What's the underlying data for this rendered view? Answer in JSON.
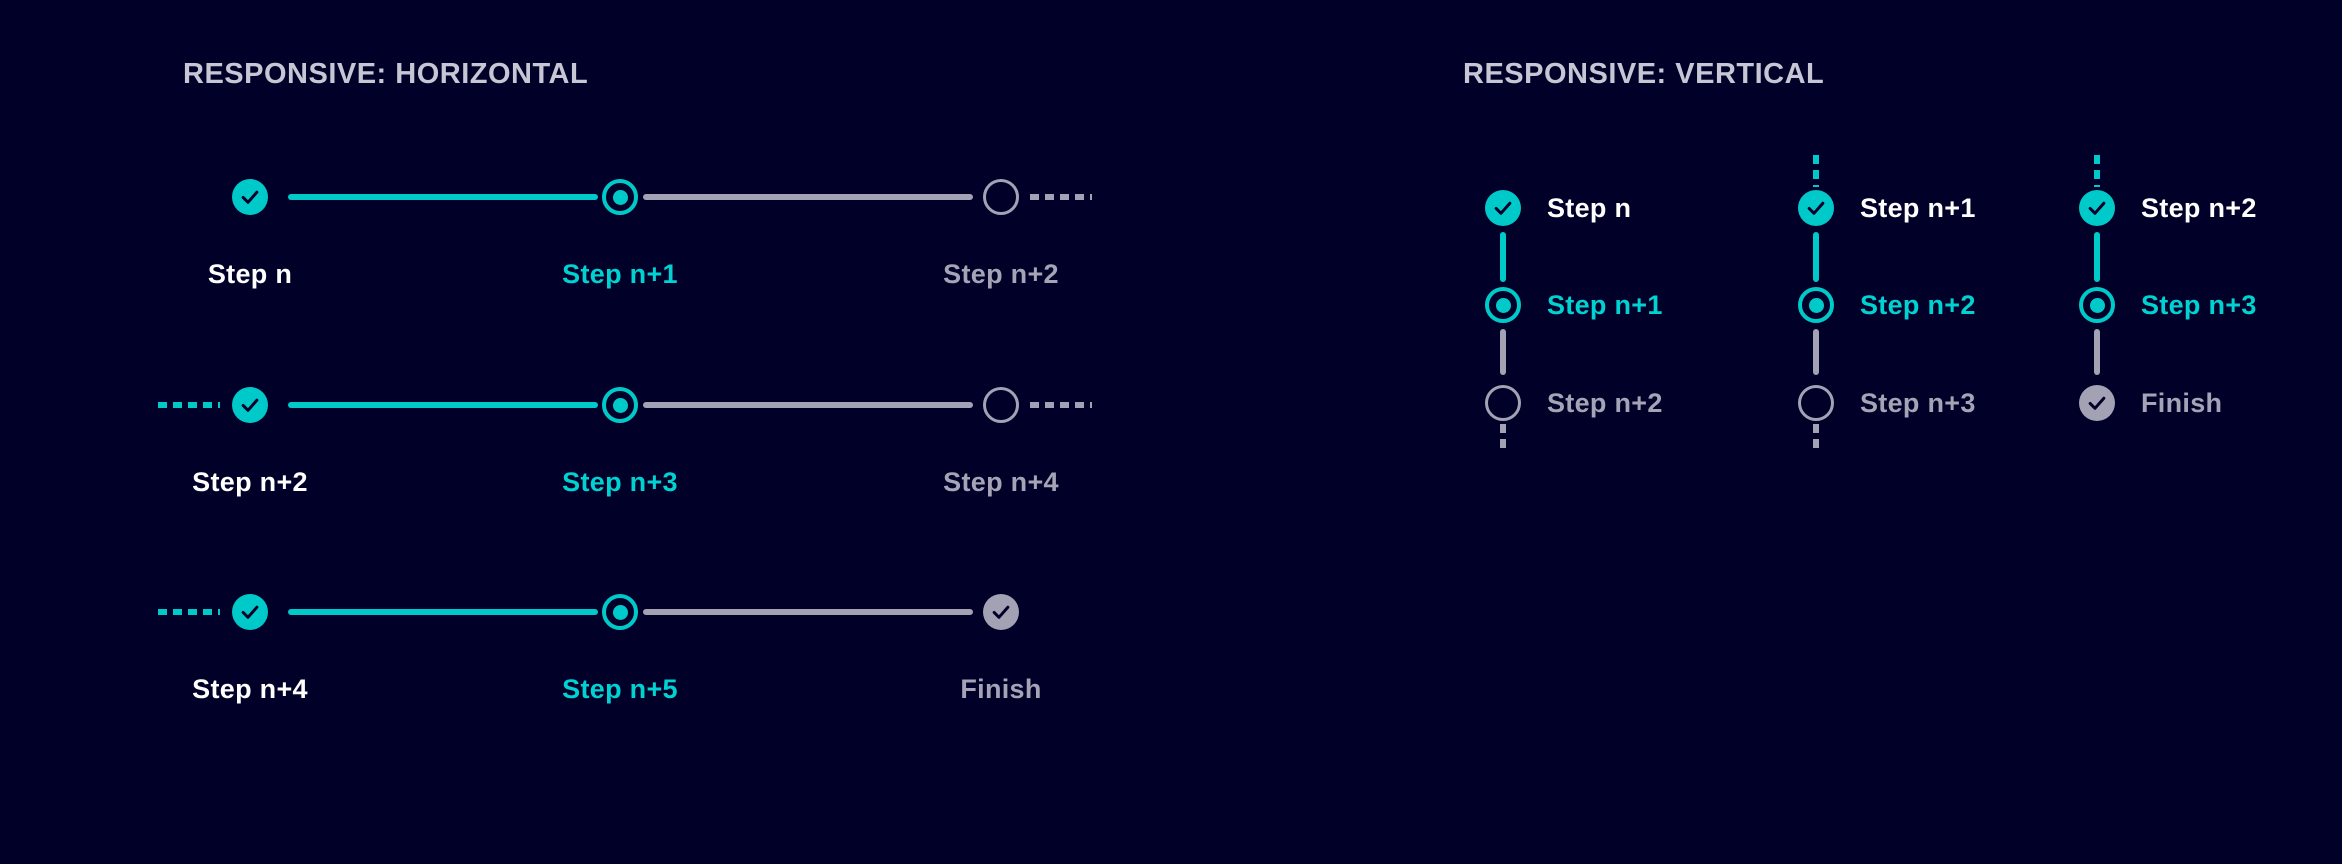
{
  "palette": {
    "background": "#000028",
    "accent_teal": "#00c9c9",
    "neutral_gray": "#a2a2b4",
    "done_label_color": "#ffffff",
    "title_color": "#c6c6d4"
  },
  "horizontal_section": {
    "title": "RESPONSIVE: HORIZONTAL",
    "rows": [
      {
        "lead_dashes": false,
        "trail_dashes": true,
        "steps": [
          {
            "state": "done",
            "label": "Step n"
          },
          {
            "state": "current",
            "label": "Step n+1"
          },
          {
            "state": "open",
            "label": "Step n+2"
          }
        ]
      },
      {
        "lead_dashes": true,
        "trail_dashes": true,
        "steps": [
          {
            "state": "done",
            "label": "Step n+2"
          },
          {
            "state": "current",
            "label": "Step n+3"
          },
          {
            "state": "open",
            "label": "Step n+4"
          }
        ]
      },
      {
        "lead_dashes": true,
        "trail_dashes": false,
        "steps": [
          {
            "state": "done",
            "label": "Step n+4"
          },
          {
            "state": "current",
            "label": "Step n+5"
          },
          {
            "state": "finish",
            "label": "Finish"
          }
        ]
      }
    ]
  },
  "vertical_section": {
    "title": "RESPONSIVE: VERTICAL",
    "columns": [
      {
        "lead_dashes": false,
        "trail_dashes": true,
        "steps": [
          {
            "state": "done",
            "label": "Step n"
          },
          {
            "state": "current",
            "label": "Step n+1"
          },
          {
            "state": "open",
            "label": "Step n+2"
          }
        ]
      },
      {
        "lead_dashes": true,
        "trail_dashes": true,
        "steps": [
          {
            "state": "done",
            "label": "Step n+1"
          },
          {
            "state": "current",
            "label": "Step n+2"
          },
          {
            "state": "open",
            "label": "Step n+3"
          }
        ]
      },
      {
        "lead_dashes": true,
        "trail_dashes": false,
        "steps": [
          {
            "state": "done",
            "label": "Step n+2"
          },
          {
            "state": "current",
            "label": "Step n+3"
          },
          {
            "state": "finish",
            "label": "Finish"
          }
        ]
      }
    ]
  }
}
